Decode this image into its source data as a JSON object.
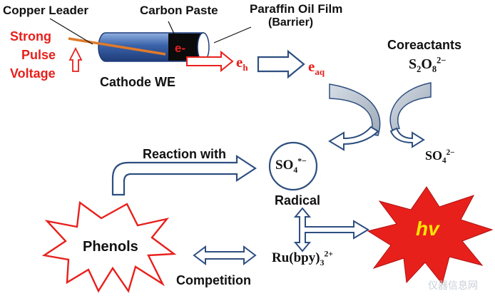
{
  "labels": {
    "copper_leader": "Copper Leader",
    "carbon_paste": "Carbon Paste",
    "paraffin_line1": "Paraffin Oil Film",
    "paraffin_line2": "(Barrier)",
    "strong": "Strong",
    "pulse": "Pulse",
    "voltage": "Voltage",
    "electrode_electron": "e-",
    "cathode_we": "Cathode WE",
    "eh_base": "e",
    "eh_sub": "h",
    "eaq_base": "e",
    "eaq_sub": "aq",
    "coreactants": "Coreactants",
    "s2o8_s": "S",
    "s2o8_2": "2",
    "s2o8_o": "O",
    "s2o8_8": "8",
    "s2o8_charge": "2−",
    "so4_base": "SO",
    "so4_sub": "4",
    "so4_charge": "2−",
    "radical_base": "SO",
    "radical_sub": "4",
    "radical_charge": "*−",
    "reaction_with": "Reaction with",
    "radical": "Radical",
    "phenols": "Phenols",
    "hv": "hv",
    "ru_base": "Ru(bpy)",
    "ru_sub": "3",
    "ru_charge": "2+",
    "competition": "Competition",
    "watermark": "仪器信息网"
  },
  "colors": {
    "red_text": "#e8201c",
    "arrow_outline": "#2e4f80",
    "gray_arrow": "#b9c2cc",
    "star_fill": "#e8201c",
    "hv_text": "#ffe600",
    "electrode_body": "#3a62a8",
    "copper": "#e07a2a"
  }
}
